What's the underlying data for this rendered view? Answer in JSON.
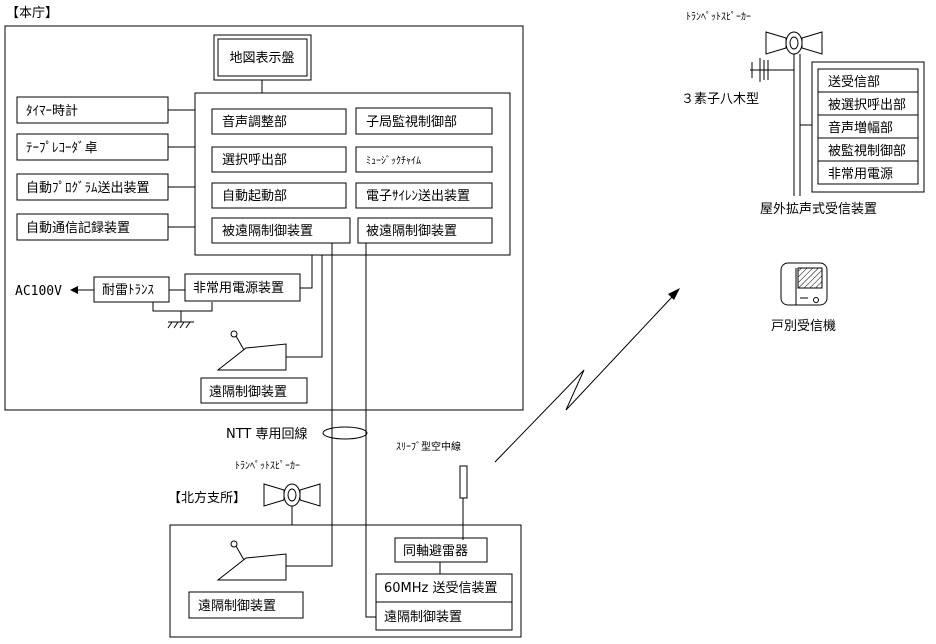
{
  "honcho": {
    "title": "【本庁】",
    "map_panel": "地図表示盤",
    "left_devices": [
      "ﾀｲﾏｰ時計",
      "ﾃｰﾌﾟﾚｺｰﾀﾞ卓",
      "自動ﾌﾟﾛｸﾞﾗﾑ送出装置",
      "自動通信記録装置"
    ],
    "console": {
      "left_col": [
        "音声調整部",
        "選択呼出部",
        "自動起動部",
        "被遠隔制御装置"
      ],
      "right_col": [
        "子局監視制御部",
        "ﾐｭｰｼﾞｯｸﾁｬｲﾑ",
        "電子ｻｲﾚﾝ送出装置",
        "被遠隔制御装置"
      ]
    },
    "power": {
      "ac_label": "AC100V",
      "transformer": "耐雷ﾄﾗﾝｽ",
      "emergency_power": "非常用電源装置"
    },
    "remote_control": "遠隔制御装置"
  },
  "ntt_line": "NTT 専用回線",
  "sleeve_antenna": "ｽﾘｰﾌﾞ型空中線",
  "kitakata": {
    "title": "【北方支所】",
    "speaker_label": "ﾄﾗﾝﾍﾟｯﾄｽﾋﾟｰｶｰ",
    "remote_control": "遠隔制御装置",
    "arrester": "同軸避雷器",
    "transceiver": "60MHz 送受信装置",
    "remote_control_2": "遠隔制御装置"
  },
  "outdoor": {
    "speaker_label": "ﾄﾗﾝﾍﾟｯﾄｽﾋﾟｰｶｰ",
    "yagi_label": "３素子八木型",
    "units": [
      "送受信部",
      "被選択呼出部",
      "音声増幅部",
      "被監視制御部",
      "非常用電源"
    ],
    "caption": "屋外拡声式受信装置"
  },
  "household": {
    "caption": "戸別受信機"
  }
}
